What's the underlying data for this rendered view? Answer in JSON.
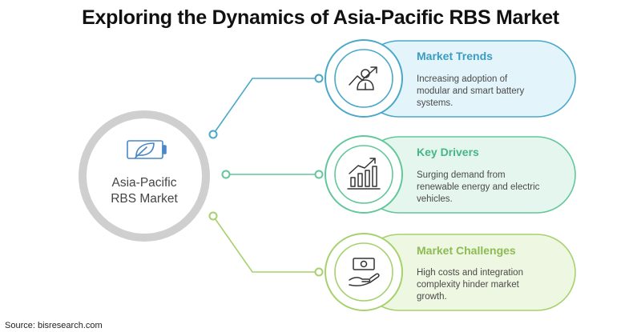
{
  "title": "Exploring the Dynamics of Asia-Pacific RBS Market",
  "center": {
    "label_line1": "Asia-Pacific",
    "label_line2": "RBS Market",
    "icon": "battery-leaf-icon"
  },
  "cards": [
    {
      "title": "Market Trends",
      "lines": [
        "Increasing adoption of",
        "modular and smart battery",
        "systems."
      ],
      "icon": "person-growth-arrow-icon",
      "accent": "#4aa8c8",
      "fill": "#e3f4fa",
      "title_color": "#3b9cc0"
    },
    {
      "title": "Key Drivers",
      "lines": [
        "Surging demand from",
        "renewable energy and electric",
        "vehicles."
      ],
      "icon": "bar-chart-up-icon",
      "accent": "#62c79a",
      "fill": "#e4f6ee",
      "title_color": "#46b587"
    },
    {
      "title": "Market Challenges",
      "lines": [
        "High costs and integration",
        "complexity hinder market",
        "growth."
      ],
      "icon": "money-hand-icon",
      "accent": "#a6d16c",
      "fill": "#eef7e1",
      "title_color": "#8dbb53"
    }
  ],
  "source": "Source: bisresearch.com"
}
